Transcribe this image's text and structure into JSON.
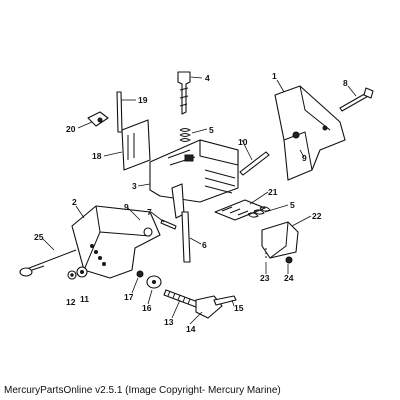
{
  "caption": "MercuryPartsOnline v2.5.1 (Image Copyright- Mercury Marine)",
  "callouts": {
    "c1": "1",
    "c2": "2",
    "c3": "3",
    "c4": "4",
    "c5a": "5",
    "c5b": "5",
    "c6": "6",
    "c7": "7",
    "c8": "8",
    "c9a": "9",
    "c9b": "9",
    "c10": "10",
    "c11": "11",
    "c12": "12",
    "c13": "13",
    "c14": "14",
    "c15": "15",
    "c16": "16",
    "c17": "17",
    "c18": "18",
    "c19": "19",
    "c20": "20",
    "c21": "21",
    "c22": "22",
    "c23": "23",
    "c24": "24",
    "c25": "25"
  }
}
